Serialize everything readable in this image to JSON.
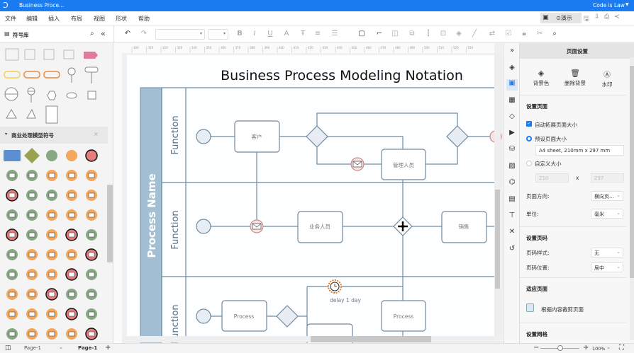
{
  "app": {
    "title": "Business Proce...",
    "user": "Code is Law",
    "accent": "#1a7cf0"
  },
  "menu": [
    "文件",
    "编辑",
    "插入",
    "布局",
    "视图",
    "形状",
    "帮助"
  ],
  "menu_right": {
    "present": "演示"
  },
  "library": {
    "title": "符号库",
    "section": "商业处理模型符号",
    "bpmn_rows": [
      [
        "#5b8fd0",
        "#9aa24e",
        "#86a882",
        "#f4a65a",
        "#e57d7d"
      ],
      [
        "#86a882",
        "#86a882",
        "#f4a65a",
        "#f4a65a",
        "#f4a65a"
      ],
      [
        "#e57d7d",
        "#86a882",
        "#86a882",
        "#f4a65a",
        "#f4a65a"
      ],
      [
        "#86a882",
        "#86a882",
        "#f4a65a",
        "#f4a65a",
        "#f4a65a"
      ],
      [
        "#e57d7d",
        "#86a882",
        "#f4a65a",
        "#e57d7d",
        "#86a882"
      ],
      [
        "#86a882",
        "#f4a65a",
        "#f4a65a",
        "#f4a65a",
        "#e57d7d"
      ],
      [
        "#86a882",
        "#f4a65a",
        "#f4a65a",
        "#e57d7d",
        "#86a882"
      ],
      [
        "#f4a65a",
        "#f4a65a",
        "#e57d7d",
        "#86a882",
        "#86a882"
      ],
      [
        "#f4a65a",
        "#f4a65a",
        "#f4a65a",
        "#e57d7d",
        "#86a882"
      ],
      [
        "#86a882",
        "#f4a65a",
        "#f4a65a",
        "#f4a65a",
        "#e57d7d"
      ]
    ]
  },
  "diagram": {
    "title": "Business Process Modeling Notation",
    "pool": "Process Name",
    "lanes": [
      "Function",
      "Function",
      "Function"
    ],
    "tasks": {
      "customer": "客户",
      "manager": "管理人员",
      "staff": "业务人员",
      "sales": "销售",
      "process1": "Process",
      "process2": "Process"
    },
    "timer_label": "delay 1 day"
  },
  "ruler": [
    "300",
    "310",
    "320",
    "330",
    "340",
    "350",
    "360",
    "370",
    "380",
    "390",
    "400",
    "410",
    "420",
    "430",
    "440",
    "450",
    "460",
    "470",
    "480",
    "490",
    "500",
    "510",
    "520",
    "530"
  ],
  "panel": {
    "title": "页面设置",
    "bg_color": "背景色",
    "remove_bg": "删除背景",
    "watermark": "水印",
    "page_setup": "设置页面",
    "auto_expand": "自动拓展页面大小",
    "auto_expand_checked": true,
    "preset": "预设页面大小",
    "preset_selected": true,
    "preset_value": "A4 sheet, 210mm x 297 mm",
    "custom": "自定义大小",
    "width": "210",
    "x": "x",
    "height": "297",
    "orientation_label": "页面方向:",
    "orientation": "横向页...",
    "unit_label": "单位:",
    "unit": "毫米",
    "page_num": "设置页码",
    "num_style_label": "页码样式:",
    "num_style": "无",
    "num_pos_label": "页码位置:",
    "num_pos": "居中",
    "fit": "适应页面",
    "fit_crop": "根据内容裁剪页面",
    "grid": "设置网格"
  },
  "bottom": {
    "page_select": "Page-1",
    "page_tab": "Page-1",
    "zoom": "100%",
    "zoom_level": 1.0
  }
}
